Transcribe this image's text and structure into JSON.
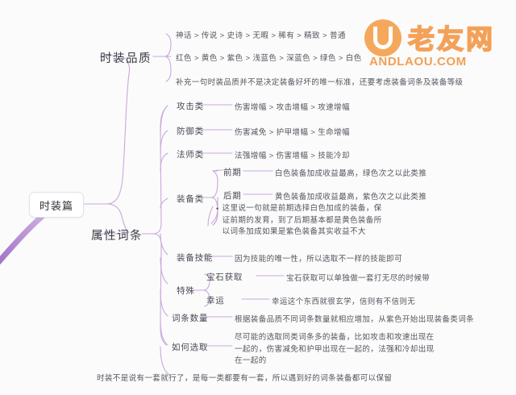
{
  "diagram": {
    "type": "mindmap",
    "root": "时装篇",
    "colors": {
      "branch": "#c9a8dd",
      "root_branch": "#b98fd4",
      "text": "#3c3c46",
      "background": "#fbfbfb",
      "logo": "#f3a159"
    }
  },
  "logo": {
    "mark": "u-circle-icon",
    "chinese": "老友网",
    "domain": "ANDLAOU.COM"
  },
  "branch_quality": {
    "label": "时装品质",
    "items": [
      {
        "text": "神话 > 传说 > 史诗 > 无暇 > 稀有 > 精致 > 普通"
      },
      {
        "text": "红色 > 黄色 > 紫色 > 浅蓝色 > 深蓝色 > 绿色 > 白色"
      },
      {
        "text": "补充一句时装品质并不是决定装备好坏的唯一标准，还要考虑装备词条及装备等级"
      }
    ]
  },
  "branch_attributes": {
    "label": "属性词条",
    "attack": {
      "label": "攻击类",
      "detail": "伤害增幅 > 攻击增幅 > 攻速增幅"
    },
    "defense": {
      "label": "防御类",
      "detail": "伤害减免 > 护甲增幅 > 生命增幅"
    },
    "mage": {
      "label": "法师类",
      "detail": "法强增幅 > 伤害增幅 > 技能冷却"
    },
    "equipment": {
      "label": "装备类",
      "early": {
        "label": "前期",
        "detail": "白色装备加成收益最高，绿色次之以此类推"
      },
      "late": {
        "label": "后期",
        "detail": "黄色装备加成收益最高，紫色次之以此类推"
      },
      "note_bullet": "•",
      "note": "这里说一句就是前期选择白色加成的装备，保证前期的发育，到了后期基本都是黄色装备所以词条加成如果是紫色装备其实收益不大"
    },
    "equip_skill": {
      "label": "装备技能",
      "detail": "因为技能的唯一性，所以选取不一样的技能即可"
    },
    "special": {
      "label": "特殊",
      "gem": {
        "label": "宝石获取",
        "detail": "宝石获取可以单独做一套打无尽的时候带"
      },
      "luck": {
        "label": "幸运",
        "detail": "幸运这个东西就很玄学，信则有不信则无"
      }
    },
    "entry_count": {
      "label": "词条数量",
      "detail": "根据装备品质不同词条数量就相应增加，从紫色开始出现装备类词条"
    },
    "how_to_pick": {
      "label": "如何选取",
      "detail": "尽可能的选取同类词条多的装备，比如攻击和攻速出现在一起的，伤害减免和护甲出现在一起的，法强和冷却出现在一起的"
    }
  },
  "footer_note": {
    "text": "时装不是说有一套就行了，是每一类都要有一套，所以遇到好的词条装备都可以保留"
  }
}
